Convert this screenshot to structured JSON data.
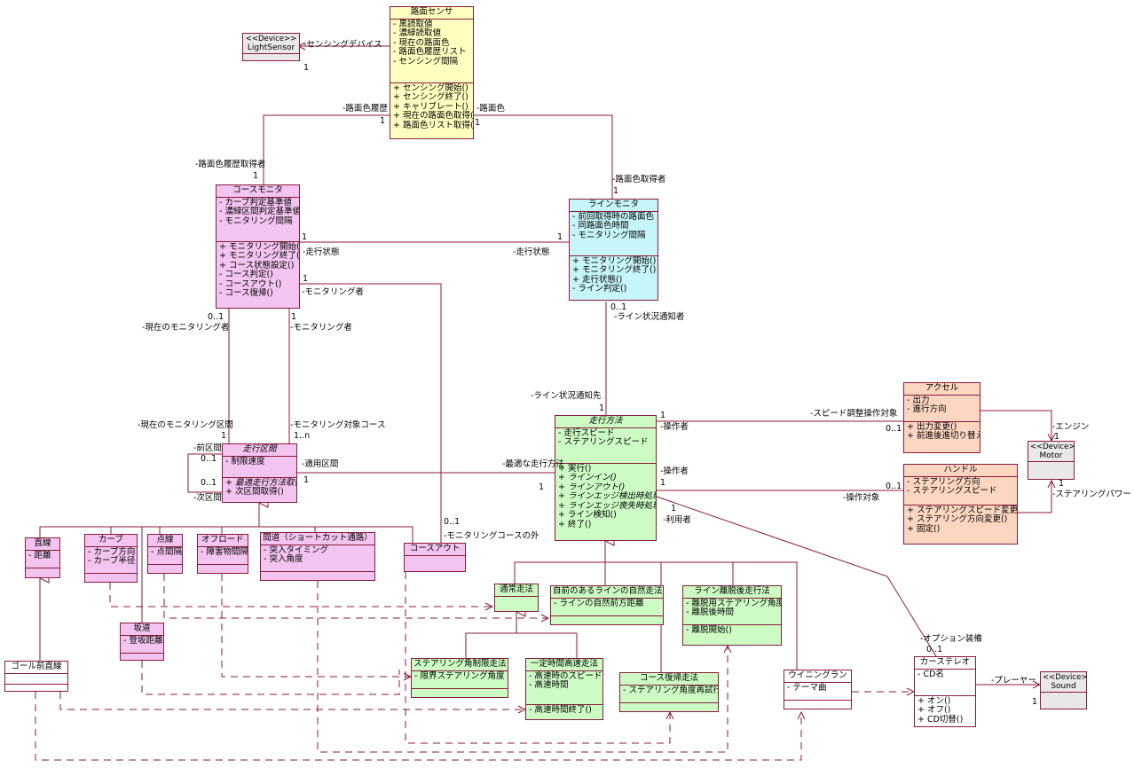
{
  "classes": {
    "roadsensor": {
      "name": "路面センサ",
      "attrs": [
        "- 黒読取値",
        "- 濃緑読取値",
        "- 現在の路面色",
        "- 路面色履歴リスト",
        "- センシング間隔"
      ],
      "ops": [
        "+ センシング開始()",
        "+ センシング終了()",
        "+ キャリブレート()",
        "+ 現在の路面色取得()",
        "+ 路面色リスト取得()"
      ]
    },
    "lightsensor": {
      "stereotype": "<<Device>>",
      "name": "LightSensor"
    },
    "coursemonitor": {
      "name": "コースモニタ",
      "attrs": [
        "- カーブ判定基準値",
        "- 濃緑区間判定基準値",
        "- モニタリング間隔"
      ],
      "ops": [
        "+ モニタリング開始()",
        "+ モニタリング終了()",
        "+ コース状態設定()",
        "- コース判定()",
        "- コースアウト()",
        "- コース復帰()"
      ]
    },
    "linemonitor": {
      "name": "ラインモニタ",
      "attrs": [
        "- 前回取得時の路面色",
        "- 同路面色時間",
        "- モニタリング間隔"
      ],
      "ops": [
        "+ モニタリング開始()",
        "+ モニタリング終了()",
        "+ 走行状態()",
        "- ライン判定()"
      ]
    },
    "runsection": {
      "name": "走行区間",
      "attrs": [
        "- 制限速度"
      ],
      "ops": [
        "+ 最適走行方法取得()",
        "+ 次区間取得()"
      ]
    },
    "runmethod": {
      "name": "走行方法",
      "attrs": [
        "- 走行スピード",
        "- ステアリングスピード"
      ],
      "ops": [
        "+ 実行()",
        "+ ラインイン()",
        "+ ラインアウト()",
        "+ ラインエッジ検出時処理()",
        "+ ラインエッジ喪失時処理()",
        "+ ライン検知()",
        "+ 終了()"
      ]
    },
    "accel": {
      "name": "アクセル",
      "attrs": [
        "- 出力",
        "- 進行方向"
      ],
      "ops": [
        "+ 出力変更()",
        "+ 前進後進切り替え()"
      ]
    },
    "handle": {
      "name": "ハンドル",
      "attrs": [
        "- ステアリング方向",
        "- ステアリングスピード"
      ],
      "ops": [
        "+ ステアリングスピード変更()",
        "+ ステアリング方向変更()",
        "+ 固定()"
      ]
    },
    "motor": {
      "stereotype": "<<Device>>",
      "name": "Motor"
    },
    "straight": {
      "name": "直線",
      "attrs": [
        "- 距離"
      ]
    },
    "curve": {
      "name": "カーブ",
      "attrs": [
        "- カーブ方向",
        "- カーブ半径"
      ]
    },
    "dotted": {
      "name": "点線",
      "attrs": [
        "- 点間隔"
      ]
    },
    "offroad": {
      "name": "オフロード",
      "attrs": [
        "- 障害物間隔"
      ]
    },
    "shortcut": {
      "name": "間道（ショートカット通路）",
      "attrs": [
        "- 突入タイミング",
        "- 突入角度"
      ]
    },
    "courseout": {
      "name": "コースアウト"
    },
    "slope": {
      "name": "坂道",
      "attrs": [
        "- 登坂距離"
      ]
    },
    "goalstraight": {
      "name": "ゴール前直線"
    },
    "normalrun": {
      "name": "通常走法"
    },
    "selfrun": {
      "name": "自前のあるラインの自然走法",
      "attrs": [
        "- ラインの自然前方距離"
      ]
    },
    "linereturn": {
      "name": "ライン離脱後走行法",
      "attrs": [
        "- 離脱用ステアリング角度",
        "- 離脱後時間"
      ],
      "ops": [
        "- 離脱開始()"
      ]
    },
    "steerlimit": {
      "name": "ステアリング角制限走法",
      "attrs": [
        "- 限界ステアリング角度"
      ]
    },
    "highspeed": {
      "name": "一定時間高速走法",
      "attrs": [
        "- 高速時のスピード",
        "- 高速時間"
      ],
      "ops": [
        "- 高速時間終了()"
      ]
    },
    "coursereturn": {
      "name": "コース復帰走法",
      "attrs": [
        "- ステアリング角度再試行"
      ]
    },
    "winning": {
      "name": "ウイニングラン",
      "attrs": [
        "- テーマ曲"
      ]
    },
    "carstereo": {
      "name": "カーステレオ",
      "attrs": [
        "- CD名"
      ],
      "ops": [
        "+ オン()",
        "+ オフ()",
        "+ CD切替()"
      ]
    },
    "sound": {
      "stereotype": "<<Device>>",
      "name": "Sound"
    }
  },
  "labels": {
    "sensing_device": "-センシングデバイス",
    "ls_mult": "1",
    "road_hist": "-路面色履歴",
    "road_hist_mult": "1",
    "road_color": "-路面色",
    "road_color_mult": "1",
    "road_hist_getter": "-路面色履歴取得者",
    "road_hist_getter_mult": "1",
    "road_color_getter": "-路面色取得者",
    "road_color_getter_mult": "1",
    "cm_run_left": "-走行状態",
    "cm_run_left_mult": "1",
    "cm_run_right": "-走行状態",
    "cm_run_right_mult": "1",
    "cm_monitor": "-モニタリング者",
    "cm_monitor_mult": "1",
    "cur_monitor": "-現在のモニタリング者",
    "cur_monitor_mult": "0..1",
    "monitor2": "-モニタリング者",
    "monitor2_mult": "1",
    "cur_monitor_section": "-現在のモニタリング区間",
    "cur_monitor_section_mult": "1",
    "monitor_target": "-モニタリング対象コース",
    "monitor_target_mult": "1..n",
    "line_status_notify": "-ライン状況通知者",
    "line_status_notify_mult": "0..1",
    "line_status_target": "-ライン状況通知先",
    "line_status_target_mult": "1",
    "prev_section": "-前区間",
    "prev_mult": "0..1",
    "next_section": "-次区間",
    "next_mult": "0..1",
    "apply_section": "-適用区間",
    "apply_section_mult": "1",
    "best_method": "-最適な走行方法",
    "best_method_mult": "1",
    "operator1": "-操作者",
    "operator1_mult": "1",
    "speed_target": "-スピード調整操作対象",
    "speed_target_mult": "0..1",
    "operator2": "-操作者",
    "operator2_mult": "1",
    "steer_target": "-操作対象",
    "steer_target_mult": "0..1",
    "user": "-利用者",
    "user_mult": "1",
    "engine": "-エンジン",
    "engine_mult": "1",
    "steering_power": "-ステアリングパワー",
    "steering_power_mult": "1",
    "course_out_outside": "-モニタリングコースの外",
    "course_out_mult": "0..1",
    "option": "-オプション装備",
    "option_mult": "0..1",
    "player": "-プレーヤー",
    "player_mult": "1"
  },
  "colors": {
    "line": "#8a1a3a",
    "yellow": "#ffffc0",
    "pink": "#f3c4f0",
    "cyan": "#c6f6f9",
    "green": "#ccfcc4",
    "salmon": "#fcd6c0"
  }
}
